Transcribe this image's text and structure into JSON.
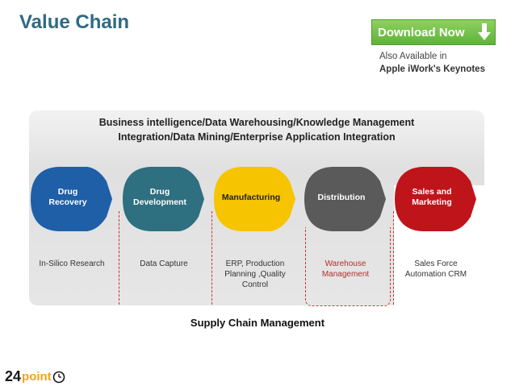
{
  "title": "Value Chain",
  "download_button": {
    "label": "Download Now",
    "color": "#6cbf42"
  },
  "also_available": {
    "line1": "Also Available in",
    "line2": "Apple iWork's Keynotes"
  },
  "header": {
    "line1": "Business intelligence/Data Warehousing/Knowledge Management",
    "line2": "Integration/Data Mining/Enterprise Application Integration"
  },
  "stages": [
    {
      "line1": "Drug",
      "line2": "Recovery",
      "color": "#1f5fa8",
      "desc1": "In-Silico Research",
      "desc2": "",
      "desc3": ""
    },
    {
      "line1": "Drug",
      "line2": "Development",
      "color": "#2e6f80",
      "desc1": "Data Capture",
      "desc2": "",
      "desc3": ""
    },
    {
      "line1": "Manufacturing",
      "line2": "",
      "color": "#f6c400",
      "desc1": "ERP, Production",
      "desc2": "Planning ,Quality",
      "desc3": "Control"
    },
    {
      "line1": "Distribution",
      "line2": "",
      "color": "#5a5a5a",
      "desc1": "Warehouse",
      "desc2": "Management",
      "desc3": ""
    },
    {
      "line1": "Sales and",
      "line2": "Marketing",
      "color": "#c0141b",
      "desc1": "Sales Force",
      "desc2": "Automation CRM",
      "desc3": ""
    }
  ],
  "footer": "Supply Chain Management",
  "logo": {
    "number": "24",
    "word": "point"
  }
}
